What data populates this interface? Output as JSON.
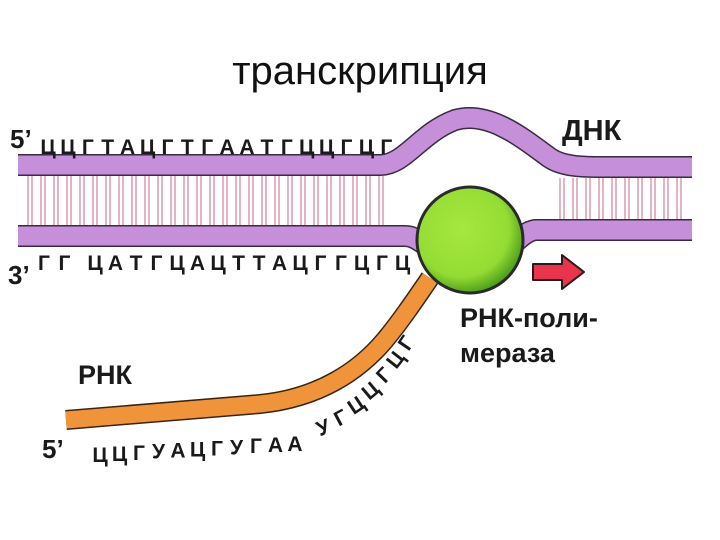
{
  "title": "транскрипция",
  "labels": {
    "dna": "ДНК",
    "rna": "РНК",
    "polymerase_line1": "РНК-поли-",
    "polymerase_line2": "мераза",
    "top_5prime": "5’",
    "bottom_3prime": "3’",
    "rna_5prime": "5’"
  },
  "sequences": {
    "top_strand": [
      "Ц",
      "Ц",
      "Г",
      "Т",
      "А",
      "Ц",
      "Г",
      "Т",
      "Г",
      "А",
      "А",
      "Т",
      "Г",
      "Ц",
      "Ц",
      "Г",
      "Ц",
      "Г"
    ],
    "bottom_strand": [
      "Г",
      "Г",
      "Ц",
      "А",
      "Т",
      "Г",
      "Ц",
      "А",
      "Ц",
      "Т",
      "Т",
      "А",
      "Ц",
      "Г",
      "Г",
      "Ц",
      "Г",
      "Ц"
    ],
    "rna_strand": [
      "Ц",
      "Ц",
      "Г",
      "У",
      "А",
      "Ц",
      "Г",
      "У",
      "Г",
      "А",
      "А",
      "У",
      "Г",
      "Ц",
      "Ц",
      "Г",
      "Ц",
      "Г"
    ]
  },
  "colors": {
    "dna_strand": "#c68fd9",
    "dna_strand_edge": "#3a2a44",
    "base_pair": "#e0a0b4",
    "polymerase": "#9be03c",
    "rna": "#f0943c",
    "arrow": "#e8344c"
  }
}
